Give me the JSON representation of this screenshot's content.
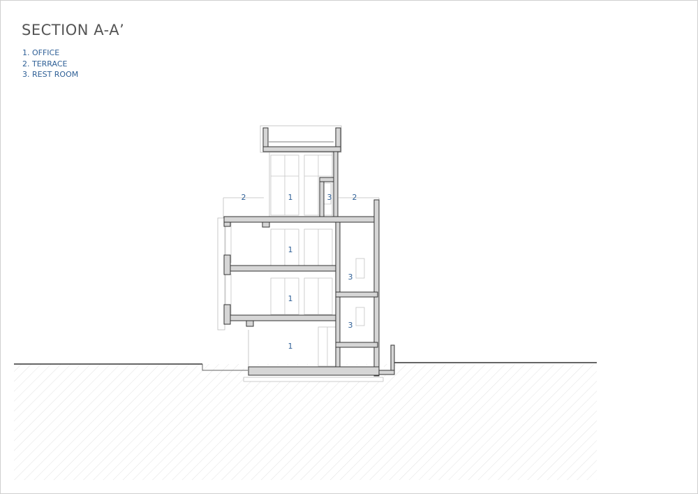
{
  "title": "SECTION A-A’",
  "legend": [
    {
      "label": "1. OFFICE"
    },
    {
      "label": "2. TERRACE"
    },
    {
      "label": "3. REST ROOM"
    }
  ],
  "room_tags": {
    "office": "1",
    "terrace": "2",
    "rest_room": "3"
  },
  "colors": {
    "slab": "#d6d6d6",
    "line": "#333333",
    "label": "#2e5f96",
    "hatch": "#e2e2e2"
  }
}
